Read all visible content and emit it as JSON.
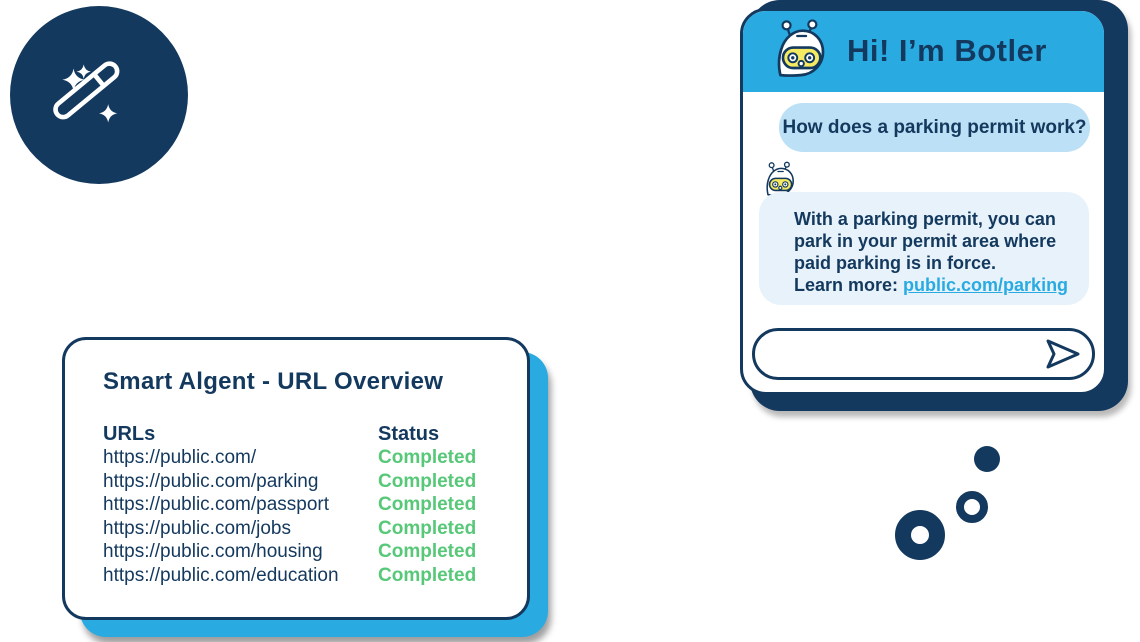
{
  "colors": {
    "navy": "#14395E",
    "bright_blue": "#29ABE2",
    "user_bubble_blue": "#BCE0F5",
    "bot_bubble_blue": "#E7F2FA",
    "status_green": "#57C878",
    "visor_yellow": "#F5EA61",
    "white": "#FFFFFF"
  },
  "chat": {
    "title": "Hi! I’m Botler",
    "user_message": "How does a parking permit work?",
    "bot_message_lines": [
      "With a parking permit, you can",
      "park in your permit area where",
      "paid parking is in force."
    ],
    "learn_more_label": "Learn more: ",
    "learn_more_link": "public.com/parking",
    "icons": {
      "avatar": "botler-robot-avatar",
      "send": "send-paper-plane-icon"
    }
  },
  "report": {
    "title": "Smart Algent - URL Overview",
    "col_urls": "URLs",
    "col_status": "Status",
    "rows": [
      {
        "url": "https://public.com/",
        "status": "Completed"
      },
      {
        "url": "https://public.com/parking",
        "status": "Completed"
      },
      {
        "url": "https://public.com/passport",
        "status": "Completed"
      },
      {
        "url": "https://public.com/jobs",
        "status": "Completed"
      },
      {
        "url": "https://public.com/housing",
        "status": "Completed"
      },
      {
        "url": "https://public.com/education",
        "status": "Completed"
      }
    ]
  },
  "decor": {
    "wand_icon": "magic-wand-sparkles-icon",
    "dots_icon": "decorative-navy-circles"
  }
}
